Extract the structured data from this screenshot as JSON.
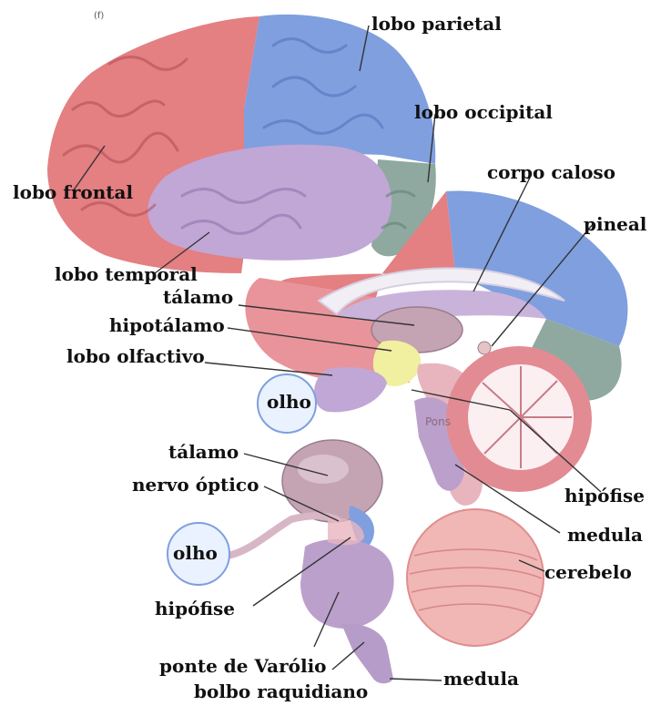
{
  "figure_mark": "(f)",
  "colors": {
    "frontal": "#e47f82",
    "parietal": "#7f9fdf",
    "occipital": "#8fa9a0",
    "temporal": "#c0a7d6",
    "thalamus": "#c4a3b3",
    "hypothalamus": "#f1efa0",
    "cerebellum": "#f0b7b4",
    "stem": "#b59cc9",
    "eye": "#eaf2ff"
  },
  "labels": {
    "lobo_parietal": "lobo parietal",
    "lobo_occipital": "lobo occipital",
    "corpo_caloso": "corpo caloso",
    "lobo_frontal": "lobo frontal",
    "pineal": "pineal",
    "lobo_temporal": "lobo temporal",
    "talamo_top": "tálamo",
    "hipotalamo": "hipotálamo",
    "lobo_olfactivo": "lobo olfactivo",
    "olho_top": "olho",
    "pons_tag": "Pons",
    "talamo_bottom": "tálamo",
    "nervo_optico": "nervo óptico",
    "hipofise_right": "hipófise",
    "medula_right": "medula",
    "olho_bottom": "olho",
    "cerebelo": "cerebelo",
    "hipofise_left": "hipófise",
    "ponte_varolio": "ponte de Varólio",
    "bolbo_raquidiano": "bolbo raquidiano",
    "medula_bottom": "medula"
  }
}
